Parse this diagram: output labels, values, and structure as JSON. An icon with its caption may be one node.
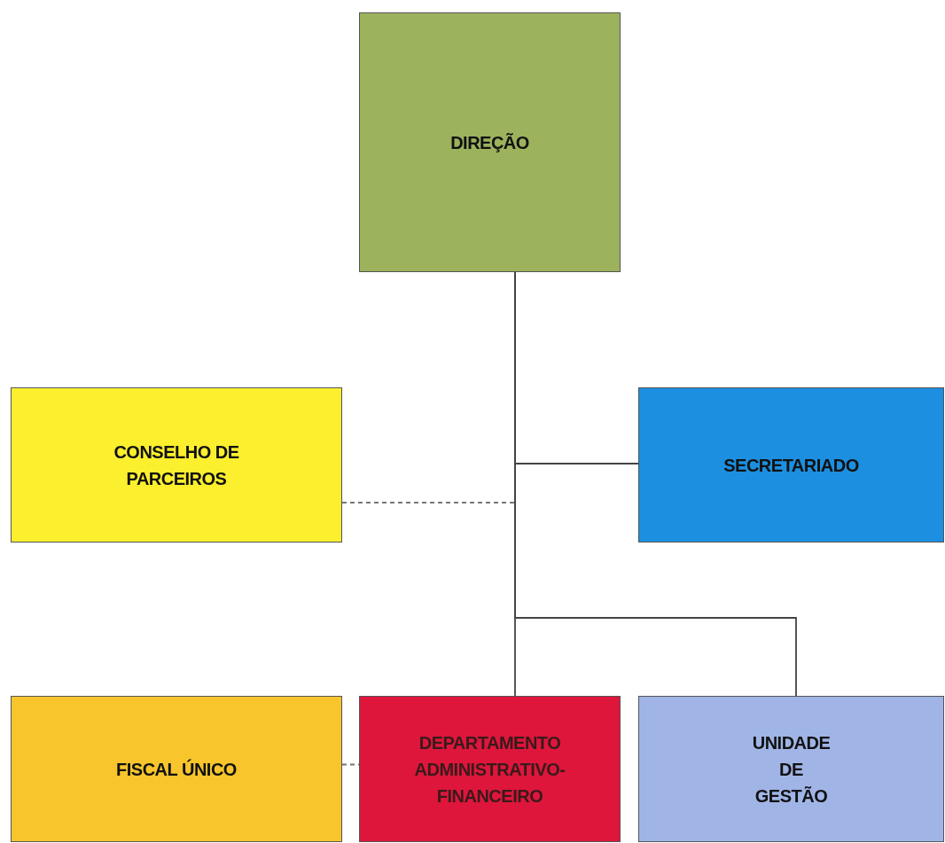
{
  "diagram": {
    "nodes": [
      {
        "text": [
          "DIREÇÃO"
        ]
      },
      {
        "text": [
          "CONSELHO DE PARCEIROS"
        ]
      },
      {
        "text": [
          "SECRETARIADO"
        ]
      },
      {
        "text": [
          "FISCAL ÚNICO"
        ]
      },
      {
        "text": [
          "DEPARTAMENTO ADMINISTRATIVO-FINANCEIRO"
        ]
      },
      {
        "text": [
          "UNIDADE DE GESTÃO"
        ]
      }
    ],
    "edges": [
      {
        "from": 0,
        "to": 1,
        "arrow": "none",
        "style": "dashed"
      },
      {
        "from": 0,
        "to": 2,
        "arrow": "none"
      },
      {
        "from": 0,
        "to": 4,
        "arrow": "none"
      },
      {
        "from": 0,
        "to": 5,
        "arrow": "none"
      },
      {
        "from": 3,
        "to": 4,
        "arrow": "none",
        "style": "dashed"
      }
    ]
  }
}
